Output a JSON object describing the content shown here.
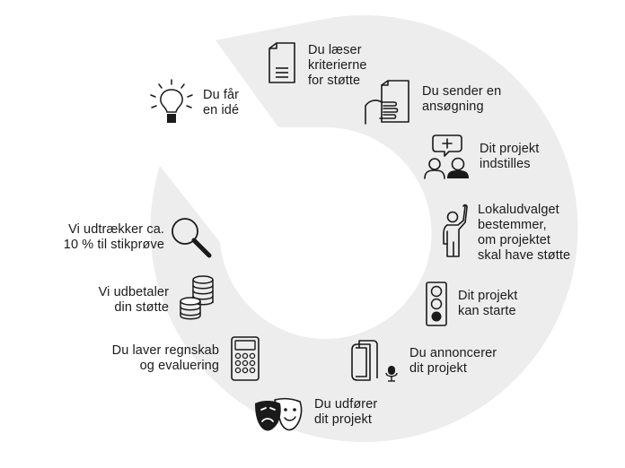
{
  "colors": {
    "ring": "#ededed",
    "ink": "#1a1a1a"
  },
  "steps": [
    {
      "id": "idea",
      "label": "Du får\nen idé",
      "icon": "lightbulb-icon"
    },
    {
      "id": "criteria",
      "label": "Du læser\nkriterierne\nfor støtte",
      "icon": "document-icon"
    },
    {
      "id": "apply",
      "label": "Du sender en\nansøgning",
      "icon": "hand-document-icon"
    },
    {
      "id": "nominate",
      "label": "Dit projekt\nindstilles",
      "icon": "people-speech-icon"
    },
    {
      "id": "decide",
      "label": "Lokaludvalget\nbestemmer,\nom projektet\nskal have støtte",
      "icon": "raised-hand-person-icon"
    },
    {
      "id": "start",
      "label": "Dit projekt\nkan starte",
      "icon": "traffic-light-icon"
    },
    {
      "id": "announce",
      "label": "Du annoncerer\ndit projekt",
      "icon": "phone-microphone-icon"
    },
    {
      "id": "execute",
      "label": "Du udfører\ndit projekt",
      "icon": "theater-masks-icon"
    },
    {
      "id": "accounting",
      "label": "Du laver regnskab\nog evaluering",
      "icon": "calculator-icon"
    },
    {
      "id": "payout",
      "label": "Vi udbetaler\ndin støtte",
      "icon": "coins-icon"
    },
    {
      "id": "sample",
      "label": "Vi udtrækker ca.\n10 % til stikprøve",
      "icon": "magnifier-icon"
    }
  ]
}
